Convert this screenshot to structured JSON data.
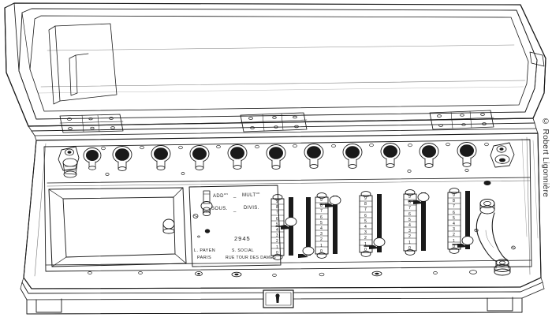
{
  "artwork": {
    "title": "Arithmometre mechanical calculator in wooden case",
    "medium": "ink line drawing / scanned engraving",
    "ink_color": "#1a1a1a",
    "paper_color": "#ffffff"
  },
  "credit": {
    "text": "© Robert Ligonnière",
    "orientation": "vertical-right"
  },
  "nameplate": {
    "mode_labels": [
      {
        "left": "ADD",
        "left_sup": "on",
        "sep": "_",
        "right": "MULT",
        "right_sup": "on"
      },
      {
        "left": "SOUS.",
        "left_sup": "",
        "sep": "_",
        "right": "DIVIS.",
        "right_sup": ""
      }
    ],
    "serial_number": "2945",
    "maker_line1": "L. PAYEN",
    "maker_line2": "PARIS",
    "address_line1": "S. SOCIAL",
    "address_line2": "RUE TOUR DES DAMES"
  },
  "controls": {
    "knob_row": {
      "label": "setting-knob-row",
      "count": 11,
      "knob_color": "#111111"
    },
    "selector_knob": {
      "label": "function-selector-knob"
    },
    "left_end_fitting": {
      "label": "left-end-fitting"
    },
    "right_end_fitting": {
      "label": "right-end-fitting"
    },
    "crank": {
      "label": "operating-crank-handle"
    },
    "carry_lever": {
      "label": "carriage-lever"
    },
    "sliders": {
      "count": 6,
      "scale_digits": [
        "9",
        "8",
        "7",
        "6",
        "5",
        "4",
        "3",
        "2",
        "1",
        "0"
      ],
      "slider_positions": [
        4,
        8,
        1,
        8,
        0,
        0
      ]
    }
  },
  "case": {
    "lid": {
      "label": "case-lid-open"
    },
    "hinges": {
      "count": 3,
      "label": "lid-hinge"
    },
    "recessed_panel": {
      "label": "recessed-storage-panel"
    },
    "panel_knob": {
      "label": "panel-latch-knob"
    },
    "lock_escutcheon": {
      "label": "lock-escutcheon-keyhole"
    },
    "feet": {
      "count": 2,
      "label": "case-foot"
    }
  }
}
